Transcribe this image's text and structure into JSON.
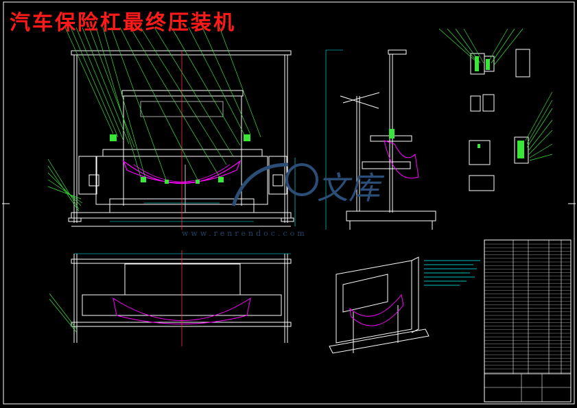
{
  "title": "汽车保险杠最终压装机",
  "watermark": {
    "logo_text": "文库",
    "url_text": "www.renrendoc.com"
  },
  "colors": {
    "background": "#000000",
    "title": "#ff1a1a",
    "frame": "#ffffff",
    "leader": "#39e639",
    "part": "#ff00ff",
    "center_line": "#ff3333",
    "dimension": "#00ffff",
    "watermark": "#2b4e78"
  },
  "drawing": {
    "views": [
      "front-elevation",
      "side-elevation",
      "plan-view",
      "isometric-view",
      "detail-views",
      "bill-of-materials"
    ]
  }
}
